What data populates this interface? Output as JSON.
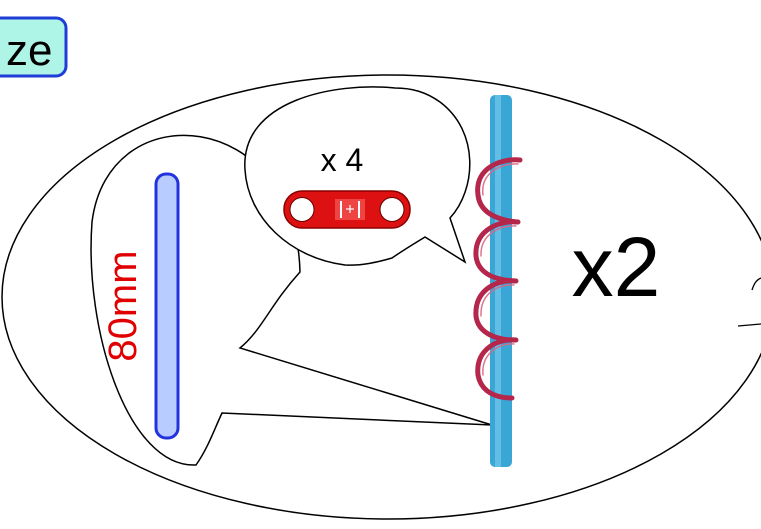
{
  "header": {
    "tab_label": "ze"
  },
  "rod": {
    "length_label": "80mm"
  },
  "connector": {
    "quantity_label": "x 4"
  },
  "assembly": {
    "quantity_label": "x2"
  },
  "colors": {
    "tab_fill": "#aef5e8",
    "tab_border": "#1f3dd6",
    "rod_fill": "#b9ccff",
    "rod_border": "#2233dd",
    "length_text": "#e00000",
    "connector_fill": "#dd1111",
    "straw": "#39a6d6",
    "coil": "#b5264b"
  }
}
